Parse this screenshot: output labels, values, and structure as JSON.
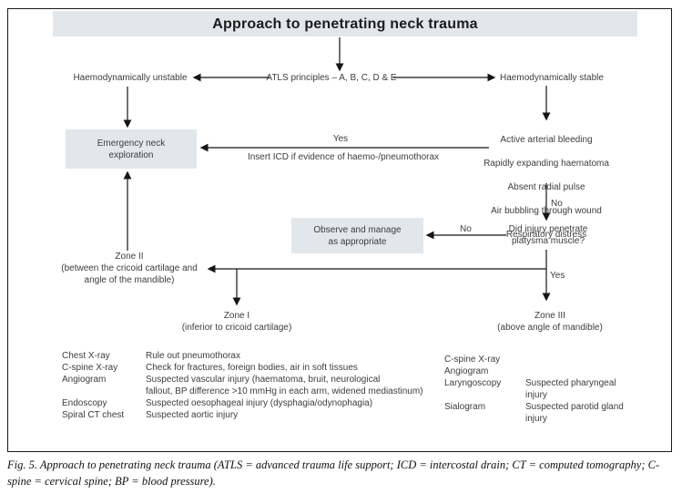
{
  "colors": {
    "box_fill": "#e1e7ea",
    "line_color": "#151515",
    "text_color": "#3d3d3d"
  },
  "flow": {
    "title": "Approach to penetrating neck trauma",
    "root": "ATLS principles – A, B, C, D & E",
    "unstable": "Haemodynamically unstable",
    "stable": "Haemodynamically stable",
    "emergency_box": "Emergency neck\nexploration",
    "observe_box": "Observe and manage\nas appropriate",
    "yes_icd_label": "Yes",
    "icd_note": "Insert ICD if evidence of haemo-/pneumothorax",
    "symptoms": [
      "Active arterial bleeding",
      "Rapidly expanding haematoma",
      "Absent radial pulse",
      "Air bubbling through wound",
      "Respiratory distress"
    ],
    "no_to_question_label": "No",
    "question": "Did injury penetrate\nplatysma muscle?",
    "no_to_observe_label": "No",
    "yes_to_zones_label": "Yes",
    "zone1": "Zone I\n(inferior to cricoid cartilage)",
    "zone2": "Zone II\n(between the cricoid cartilage and\nangle of the mandible)",
    "zone3": "Zone III\n(above angle of mandible)"
  },
  "left_table": {
    "rows": [
      {
        "test": "Chest X-ray",
        "indication": "Rule out pneumothorax"
      },
      {
        "test": "C-spine X-ray",
        "indication": "Check for fractures, foreign bodies, air in soft tissues"
      },
      {
        "test": "Angiogram",
        "indication": "Suspected vascular injury (haematoma, bruit, neurological\nfallout, BP difference >10 mmHg in each arm, widened mediastinum)"
      },
      {
        "test": "Endoscopy",
        "indication": "Suspected oesophageal injury (dysphagia/odynophagia)"
      },
      {
        "test": "Spiral CT chest",
        "indication": "Suspected aortic injury"
      }
    ]
  },
  "right_table": {
    "rows": [
      {
        "test": "C-spine X-ray",
        "indication": ""
      },
      {
        "test": "Angiogram",
        "indication": ""
      },
      {
        "test": "Laryngoscopy",
        "indication": "Suspected pharyngeal\ninjury"
      },
      {
        "test": "Sialogram",
        "indication": "Suspected parotid gland\ninjury"
      }
    ]
  },
  "caption": "Fig. 5. Approach to penetrating neck trauma (ATLS = advanced trauma life support; ICD = intercostal drain; CT = computed tomography; C-spine = cervical spine; BP = blood pressure)."
}
